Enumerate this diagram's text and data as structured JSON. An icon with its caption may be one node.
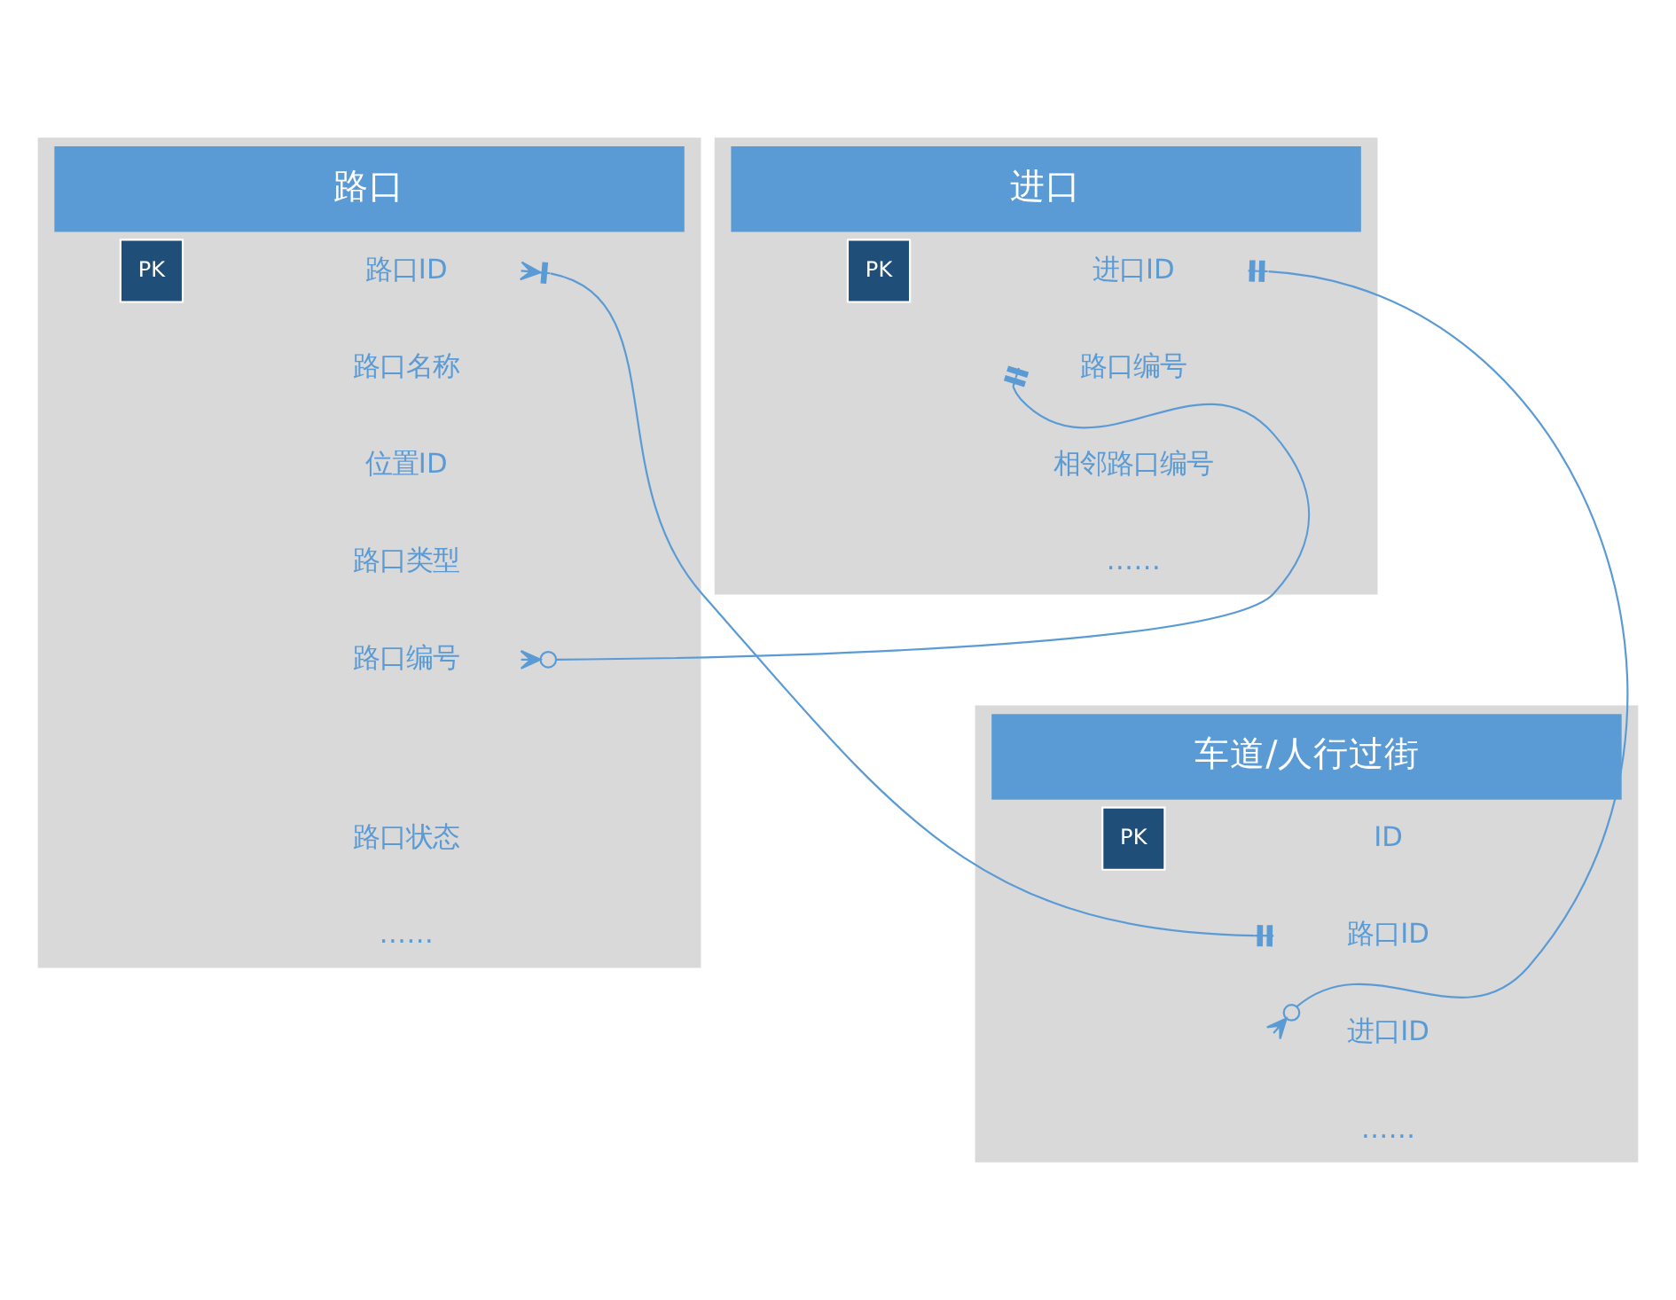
{
  "diagram": {
    "nodes": [
      {
        "text": [
          "路口"
        ]
      },
      {
        "text": [
          "PK"
        ],
        "in": 0
      },
      {
        "text": [
          "路口ID"
        ],
        "in": 0
      },
      {
        "text": [
          "路口名称"
        ],
        "in": 0
      },
      {
        "text": [
          "位置ID"
        ],
        "in": 0
      },
      {
        "text": [
          "路口类型"
        ],
        "in": 0
      },
      {
        "text": [
          "路口编号"
        ],
        "in": 0
      },
      {
        "text": [
          "路口状态"
        ],
        "in": 0
      },
      {
        "text": [
          "……"
        ],
        "in": 0
      },
      {
        "text": [
          "进口"
        ]
      },
      {
        "text": [
          "PK"
        ],
        "in": 9
      },
      {
        "text": [
          "进口ID"
        ],
        "in": 9
      },
      {
        "text": [
          "路口编号"
        ],
        "in": 9
      },
      {
        "text": [
          "相邻路口编号"
        ],
        "in": 9
      },
      {
        "text": [
          "……"
        ],
        "in": 9
      },
      {
        "text": [
          "车道/人行过街"
        ]
      },
      {
        "text": [
          "PK"
        ],
        "in": 15
      },
      {
        "text": [
          "ID"
        ],
        "in": 15
      },
      {
        "text": [
          "路口ID"
        ],
        "in": 15
      },
      {
        "text": [
          "进口ID"
        ],
        "in": 15
      },
      {
        "text": [
          "……"
        ],
        "in": 15
      }
    ],
    "edges": [
      {
        "from": 2,
        "to": 18,
        "arrow": "other"
      },
      {
        "from": 6,
        "to": 12,
        "arrow": "other"
      },
      {
        "from": 11,
        "to": 19,
        "arrow": "other"
      }
    ]
  }
}
